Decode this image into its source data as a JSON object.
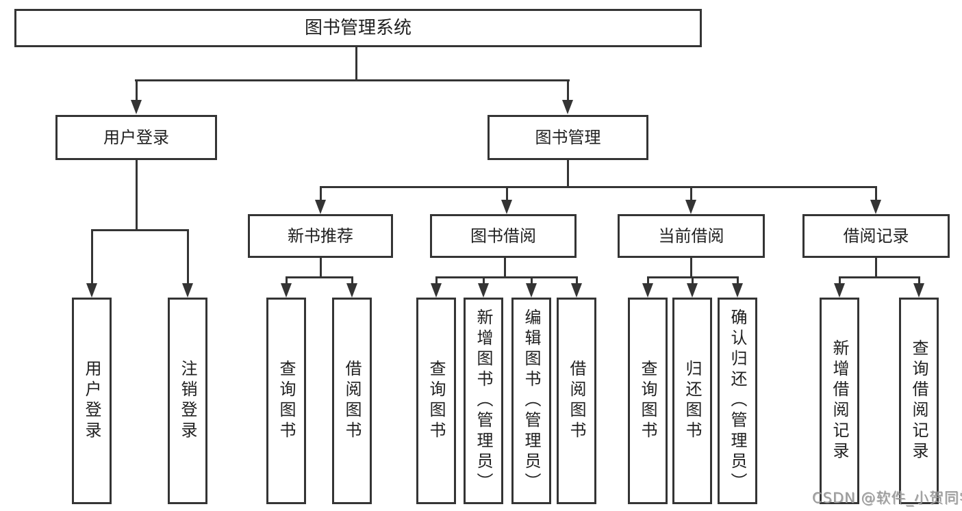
{
  "diagram": {
    "title": "图书管理系统",
    "modules": [
      {
        "label": "用户登录",
        "children": [
          "用户登录",
          "注销登录"
        ]
      },
      {
        "label": "图书管理",
        "children": [
          {
            "label": "新书推荐",
            "children": [
              "查询图书",
              "借阅图书"
            ]
          },
          {
            "label": "图书借阅",
            "children": [
              "查询图书",
              "新增图书（管理员）",
              "编辑图书（管理员）",
              "借阅图书"
            ]
          },
          {
            "label": "当前借阅",
            "children": [
              "查询图书",
              "归还图书",
              "确认归还（管理员）"
            ]
          },
          {
            "label": "借阅记录",
            "children": [
              "新增借阅记录",
              "查询借阅记录"
            ]
          }
        ]
      }
    ]
  },
  "watermark": {
    "text": "CSDN @软件_小贺同学"
  },
  "colors": {
    "line": "#343434",
    "box_border": "#343434",
    "text": "#1f1f1f",
    "watermark": "#9c9c9c",
    "background": "#ffffff"
  }
}
